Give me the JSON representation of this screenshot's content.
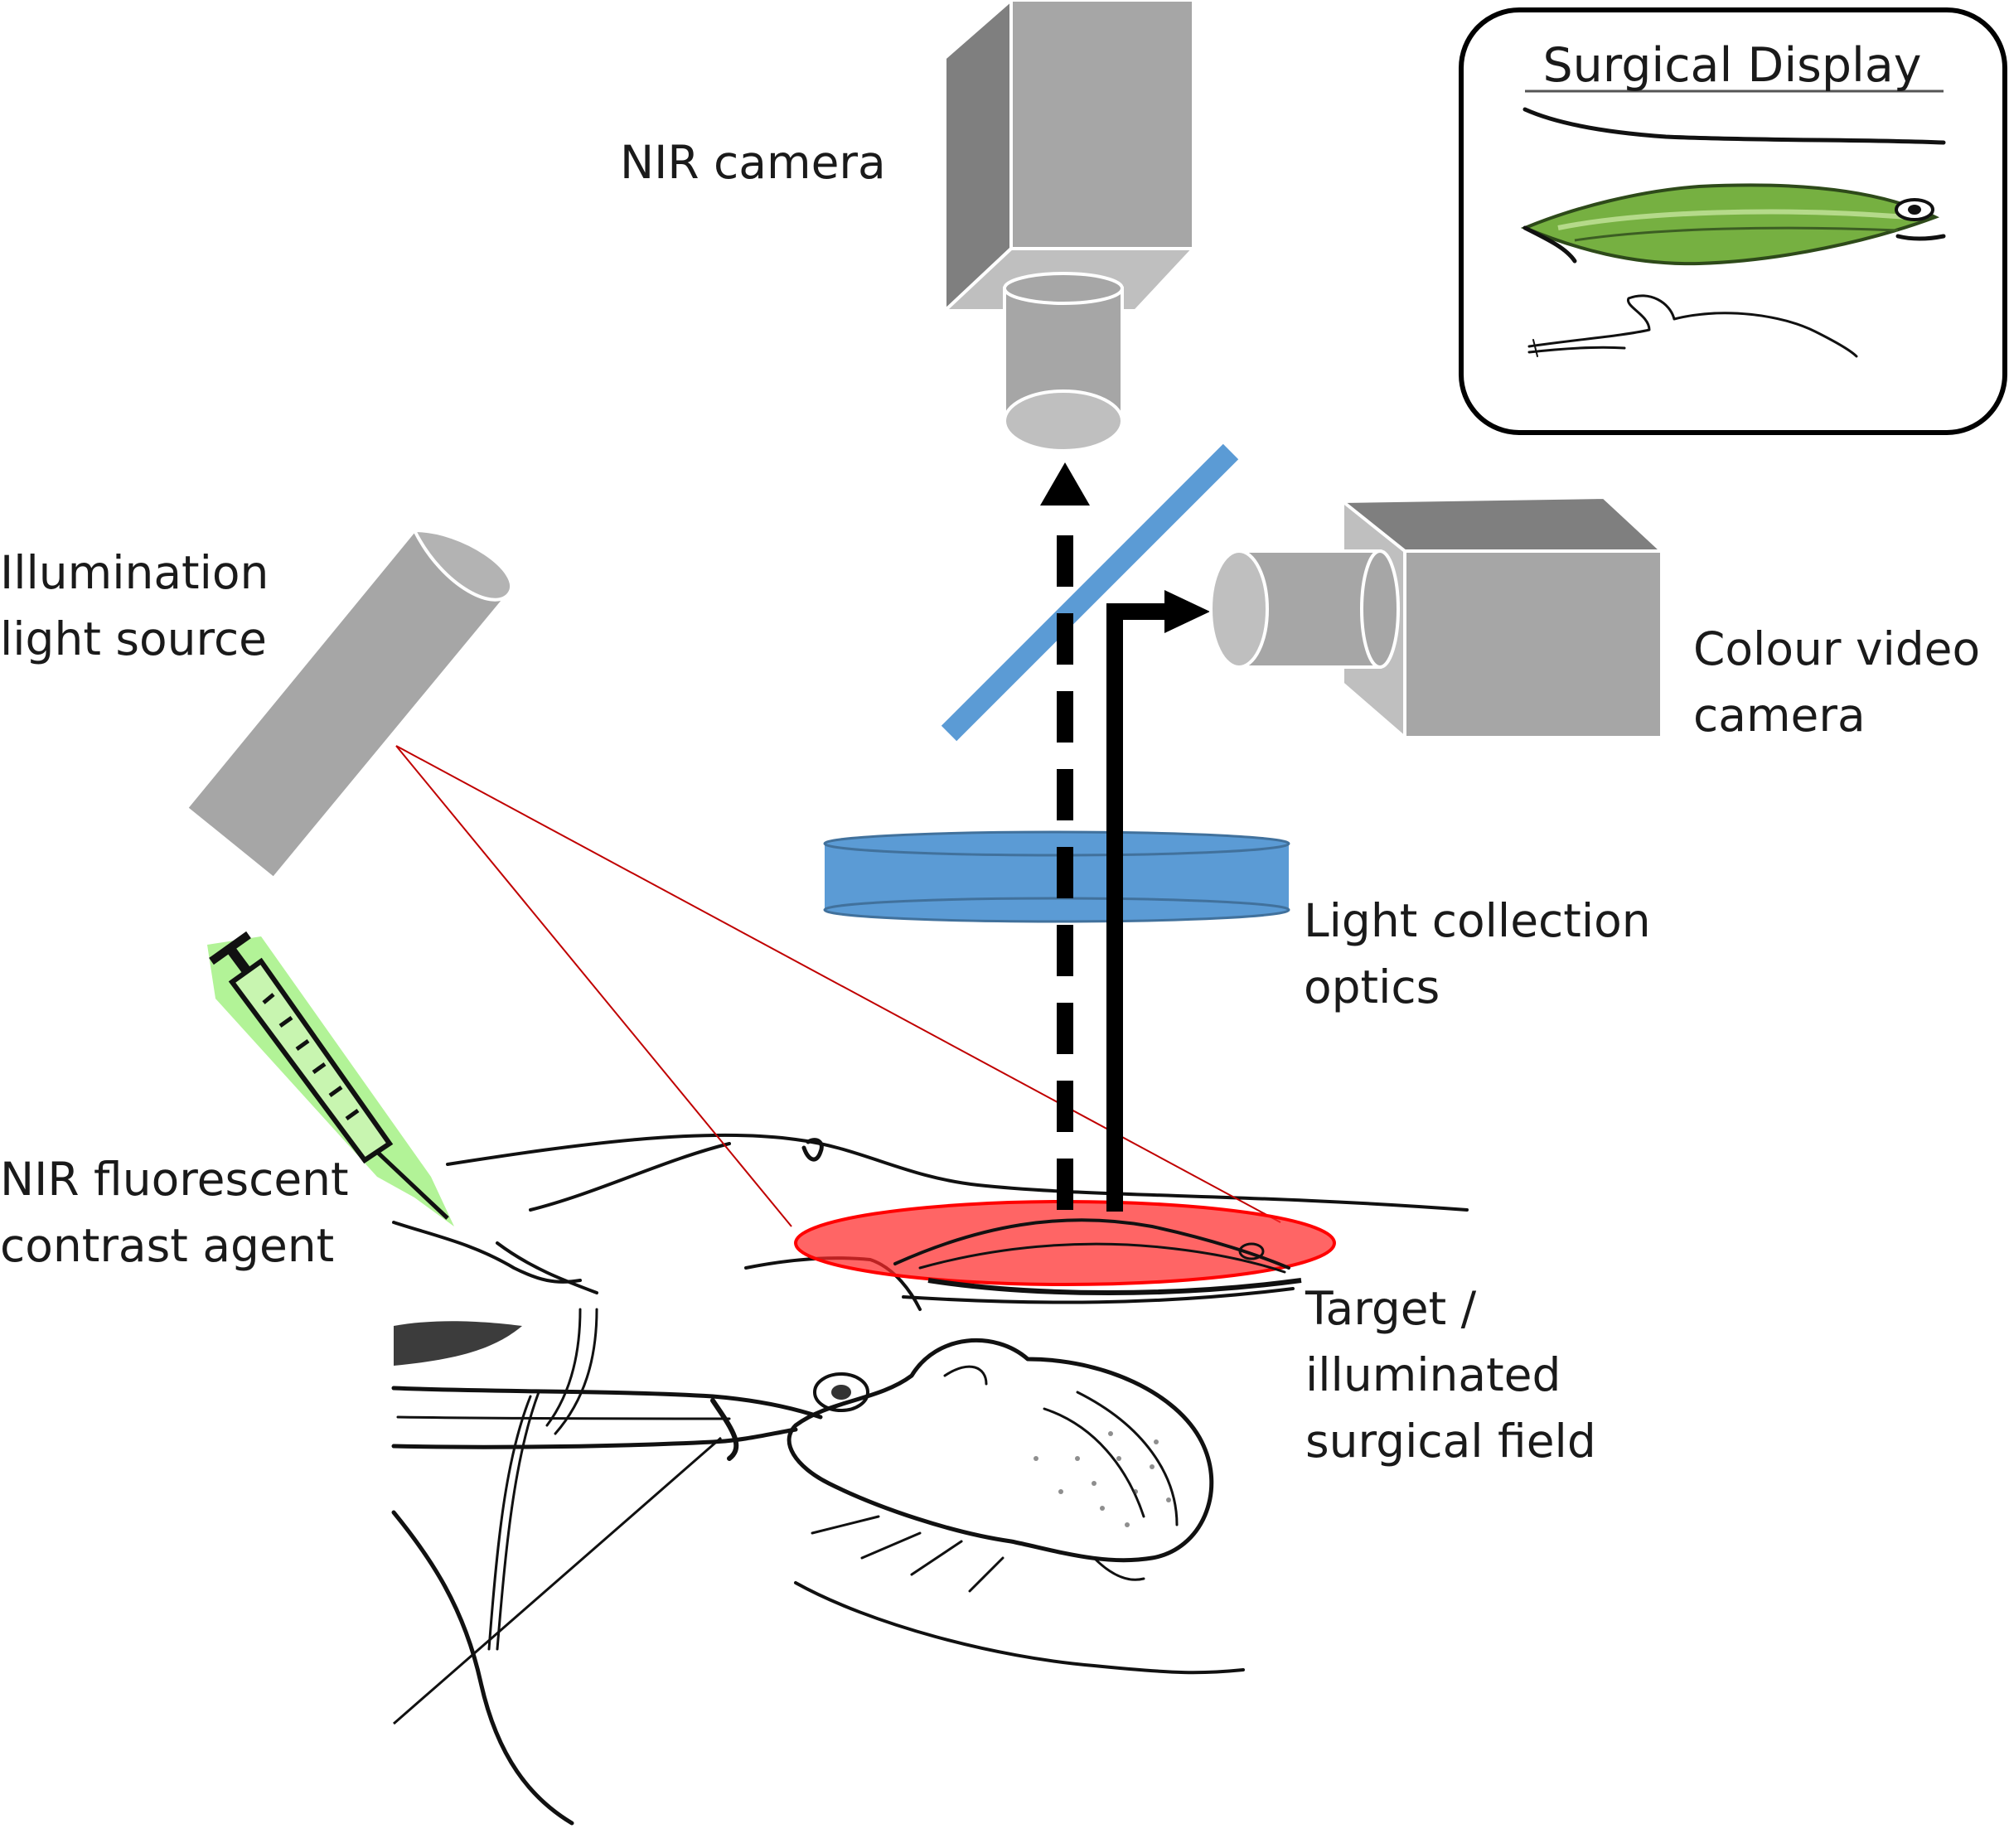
{
  "labels": {
    "nir_camera": "NIR camera",
    "illumination": [
      "Illumination",
      "light source"
    ],
    "colour_camera": [
      "Colour video",
      "camera"
    ],
    "light_collection": [
      "Light collection",
      "optics"
    ],
    "contrast_agent": [
      "NIR fluorescent",
      "contrast agent"
    ],
    "target": [
      "Target /",
      "illuminated",
      "surgical field"
    ],
    "display_title": "Surgical Display"
  },
  "colors": {
    "device_gray": "#a6a6a6",
    "device_dark": "#7f7f7f",
    "optics_blue": "#5b9bd5",
    "field_red": "#ff2a2a",
    "fluorescence_green": "#76b041",
    "syringe_glow": "#aaf28c",
    "arrow": "#000000"
  },
  "icons": {
    "syringe": "syringe-icon",
    "display_thumbnail": "display-tissue-icon"
  }
}
